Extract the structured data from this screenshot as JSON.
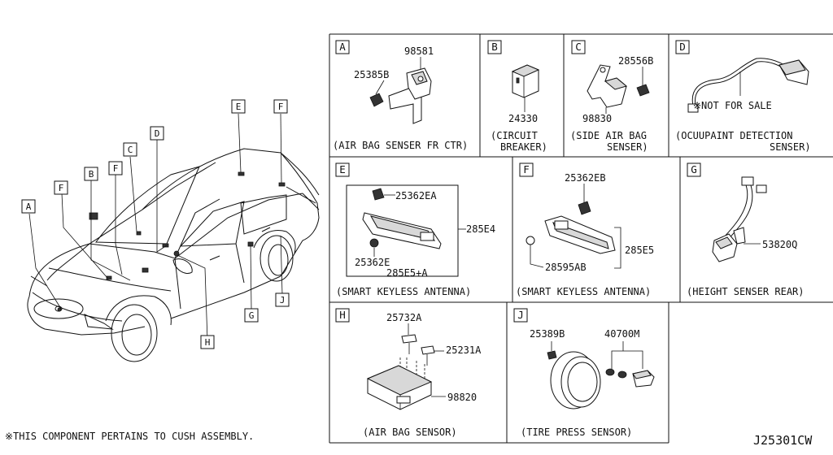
{
  "diagram_id": "J25301CW",
  "footnote": "※THIS COMPONENT PERTAINS TO CUSH ASSEMBLY.",
  "car_callouts": [
    "A",
    "B",
    "C",
    "D",
    "E",
    "F",
    "F",
    "F",
    "G",
    "H",
    "J"
  ],
  "panels": [
    {
      "letter": "A",
      "parts": [
        "98581",
        "25385B"
      ],
      "caption_lines": [
        "(AIR BAG SENSER FR CTR)"
      ]
    },
    {
      "letter": "B",
      "parts": [
        "24330"
      ],
      "caption_lines": [
        "(CIRCUIT",
        "BREAKER)"
      ]
    },
    {
      "letter": "C",
      "parts": [
        "28556B",
        "98830"
      ],
      "caption_lines": [
        "(SIDE AIR BAG",
        "SENSER)"
      ]
    },
    {
      "letter": "D",
      "parts": [
        "※NOT FOR SALE"
      ],
      "caption_lines": [
        "(OCUUPAINT DETECTION",
        "SENSER)"
      ]
    },
    {
      "letter": "E",
      "parts": [
        "25362EA",
        "285E4",
        "25362E",
        "285E5+A"
      ],
      "caption_lines": [
        "(SMART KEYLESS ANTENNA)"
      ]
    },
    {
      "letter": "F",
      "parts": [
        "25362EB",
        "285E5",
        "28595AB"
      ],
      "caption_lines": [
        "(SMART KEYLESS ANTENNA)"
      ]
    },
    {
      "letter": "G",
      "parts": [
        "53820Q"
      ],
      "caption_lines": [
        "(HEIGHT SENSER REAR)"
      ]
    },
    {
      "letter": "H",
      "parts": [
        "25732A",
        "25231A",
        "98820"
      ],
      "caption_lines": [
        "(AIR BAG SENSOR)"
      ]
    },
    {
      "letter": "J",
      "parts": [
        "25389B",
        "40700M"
      ],
      "caption_lines": [
        "(TIRE PRESS SENSOR)"
      ]
    }
  ]
}
